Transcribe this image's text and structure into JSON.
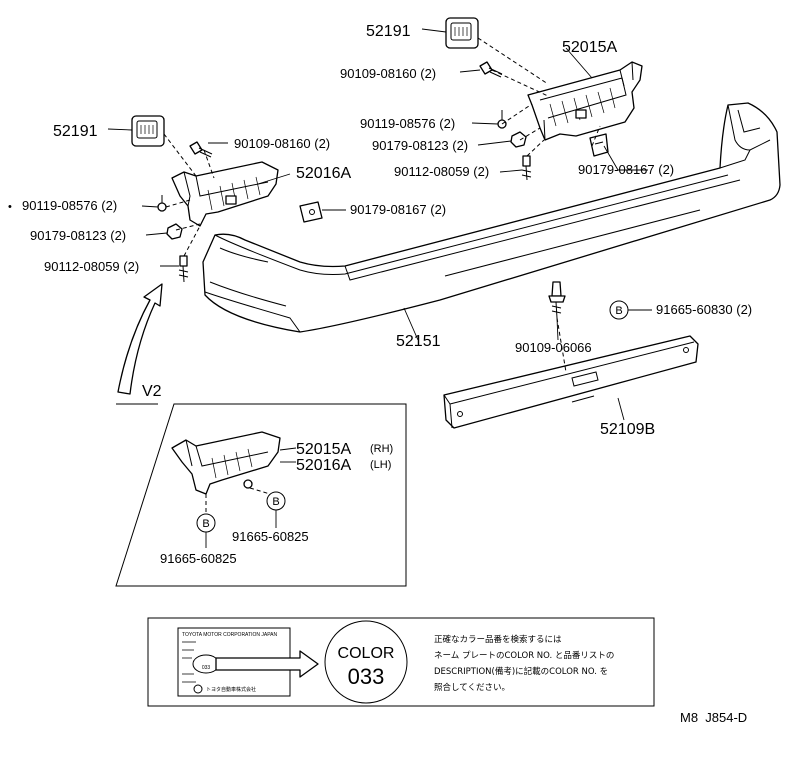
{
  "labels": {
    "p52191_top": "52191",
    "p52015A": "52015A",
    "p90109_08160_top": "90109-08160 (2)",
    "p52191_left": "52191",
    "p90119_08576_top": "90119-08576 (2)",
    "p90109_08160_left": "90109-08160 (2)",
    "p90179_08123_top": "90179-08123 (2)",
    "p90179_08167_right": "90179-08167 (2)",
    "p52016A": "52016A",
    "p90112_08059_top": "90112-08059 (2)",
    "p90119_08576_left": "90119-08576 (2)",
    "p90179_08167_left": "90179-08167 (2)",
    "p90179_08123_left": "90179-08123 (2)",
    "p90112_08059_left": "90112-08059 (2)",
    "p52151": "52151",
    "p91665_60830": "91665-60830 (2)",
    "p90109_06066": "90109-06066",
    "p52109B": "52109B"
  },
  "inset": {
    "view": "V2",
    "part_rh": "52015A",
    "part_lh": "52016A",
    "rh": "(RH)",
    "lh": "(LH)",
    "clip_a": "91665-60825",
    "clip_b": "91665-60825",
    "marker": "B"
  },
  "markers": {
    "b_main": "B"
  },
  "color_note": {
    "badge_word": "COLOR",
    "badge_code": "033",
    "plate_code": "033",
    "plate_header": "TOYOTA MOTOR CORPORATION JAPAN",
    "plate_maker": "トヨタ自動車株式会社",
    "line1": "正確なカラー品番を検索するには",
    "line2": "ネーム プレートのCOLOR NO. と品番リストの",
    "line3": "DESCRIPTION(備考)に記載のCOLOR NO. を",
    "line4": "照合してください。"
  },
  "footer": {
    "code": "M8  J854-D"
  }
}
